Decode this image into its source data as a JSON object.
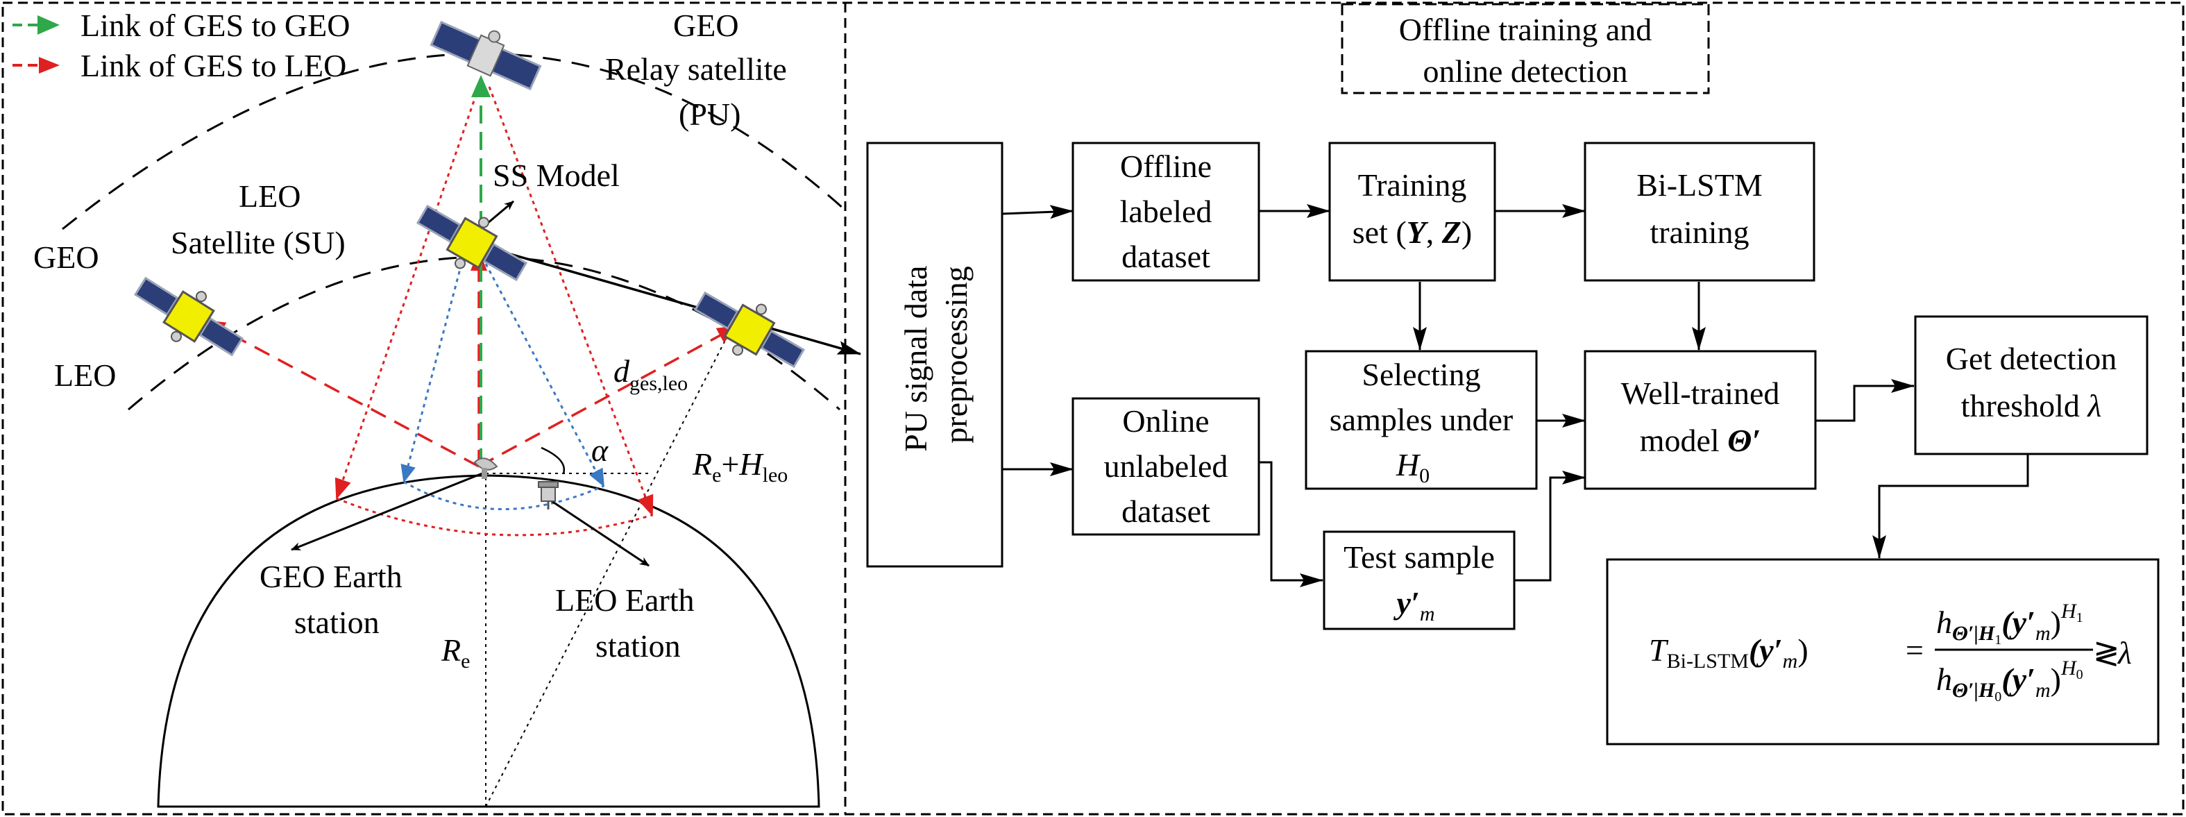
{
  "legend": {
    "geo_link": "Link of GES to GEO",
    "leo_link": "Link of GES to LEO"
  },
  "scene": {
    "geo_relay_line1": "GEO",
    "geo_relay_line2": "Relay satellite",
    "geo_relay_line3": "(PU)",
    "ss_model": "SS Model",
    "leo_sat_line1": "LEO",
    "leo_sat_line2": "Satellite (SU)",
    "geo_orbit": "GEO",
    "leo_orbit": "LEO",
    "d_symbol": "d",
    "d_subscript": "ges,leo",
    "alpha": "α",
    "re_h_R": "R",
    "re_h_e": "e",
    "re_h_plus": "+",
    "re_h_H": "H",
    "re_h_leo": "leo",
    "geo_station_line1": "GEO Earth",
    "geo_station_line2": "station",
    "leo_station_line1": "LEO Earth",
    "leo_station_line2": "station",
    "re_R": "R",
    "re_e": "e"
  },
  "flow": {
    "title_line1": "Offline training and",
    "title_line2": "online detection",
    "preprocess_line1": "PU signal data",
    "preprocess_line2": "preprocessing",
    "offline_line1": "Offline",
    "offline_line2": "labeled",
    "offline_line3": "dataset",
    "training_line1": "Training",
    "training_line2a": "set (",
    "training_Y": "Y",
    "training_comma": ", ",
    "training_Z": "Z",
    "training_close": ")",
    "bilstm_line1": "Bi-LSTM",
    "bilstm_line2": "training",
    "selecting_line1": "Selecting",
    "selecting_line2": "samples under",
    "selecting_H": "H",
    "selecting_0": "0",
    "welltrained_line1": "Well-trained",
    "welltrained_line2a": "model ",
    "welltrained_theta": "Θ′",
    "threshold_line1": "Get detection",
    "threshold_line2a": "threshold ",
    "threshold_lambda": "λ",
    "online_line1": "Online",
    "online_line2": "unlabeled",
    "online_line3": "dataset",
    "test_line1": "Test sample",
    "test_y": "y′",
    "test_m": "m",
    "formula": {
      "T": "T",
      "T_sub": "Bi-LSTM",
      "lhs_arg": "(y′",
      "lhs_m": "m",
      "lhs_close": ")",
      "eq": "=",
      "num_h": "h",
      "num_sub": "Θ′|H",
      "num_sub1": "1",
      "num_arg": "(y′",
      "num_m": "m",
      "num_close": ")",
      "num_sup": "H",
      "num_sup1": "1",
      "den_h": "h",
      "den_sub": "Θ′|H",
      "den_sub0": "0",
      "den_arg": "(y′",
      "den_m": "m",
      "den_close": ")",
      "den_sup": "H",
      "den_sup0": "0",
      "rel": "≷",
      "lambda": "λ"
    }
  },
  "colors": {
    "geo_link": "#2ea84a",
    "leo_link": "#e02020",
    "coverage_blue": "#3a78c2",
    "satellite_body": "#f2ee00",
    "solar_panel": "#2b3e78"
  }
}
